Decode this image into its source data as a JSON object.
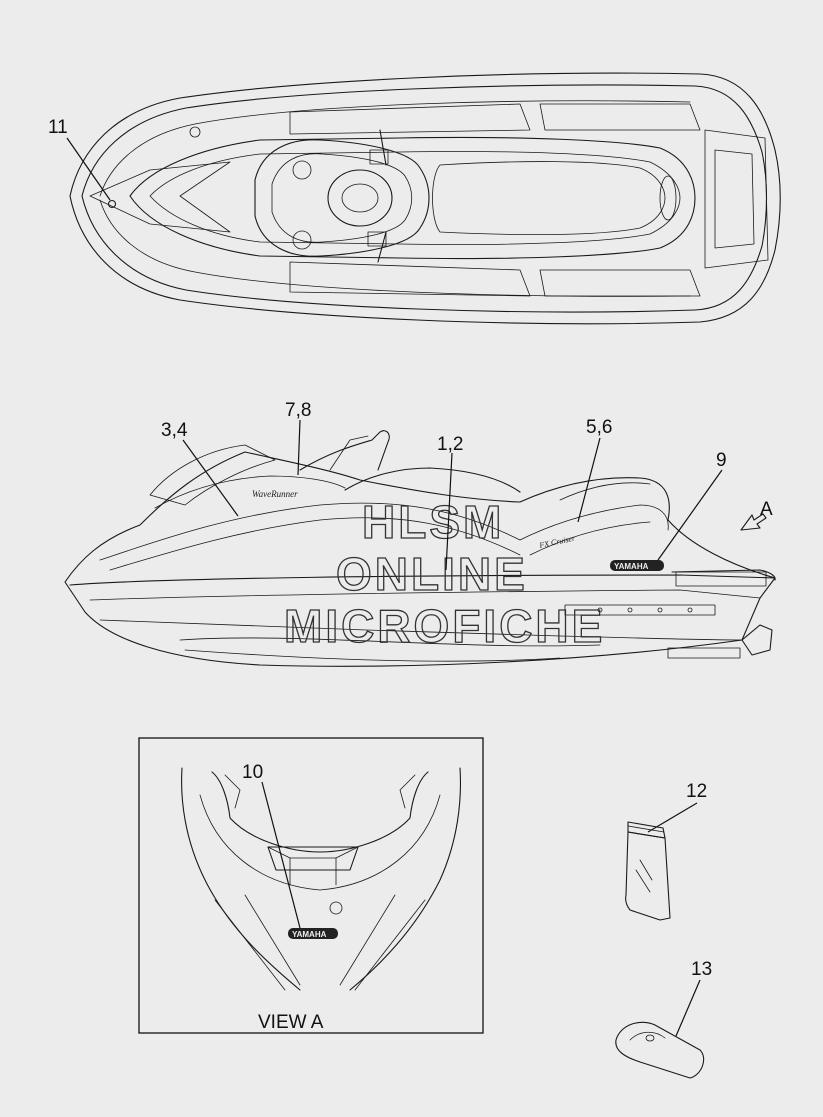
{
  "watermark": {
    "line1": "HLSM",
    "line2": "ONLINE",
    "line3": "MICROFICHE"
  },
  "callouts": {
    "top_view": "11",
    "decal_front": "3,4",
    "decal_top": "7,8",
    "decal_center": "1,2",
    "decal_rear": "5,6",
    "yamaha_side": "9",
    "view_a_arrow": "A",
    "yamaha_rear": "10",
    "card": "12",
    "holder": "13"
  },
  "inset": {
    "caption": "VIEW A"
  },
  "logos": {
    "yamaha": "YAMAHA",
    "model_side": "WaveRunner",
    "model_rear": "FX Cruiser"
  }
}
